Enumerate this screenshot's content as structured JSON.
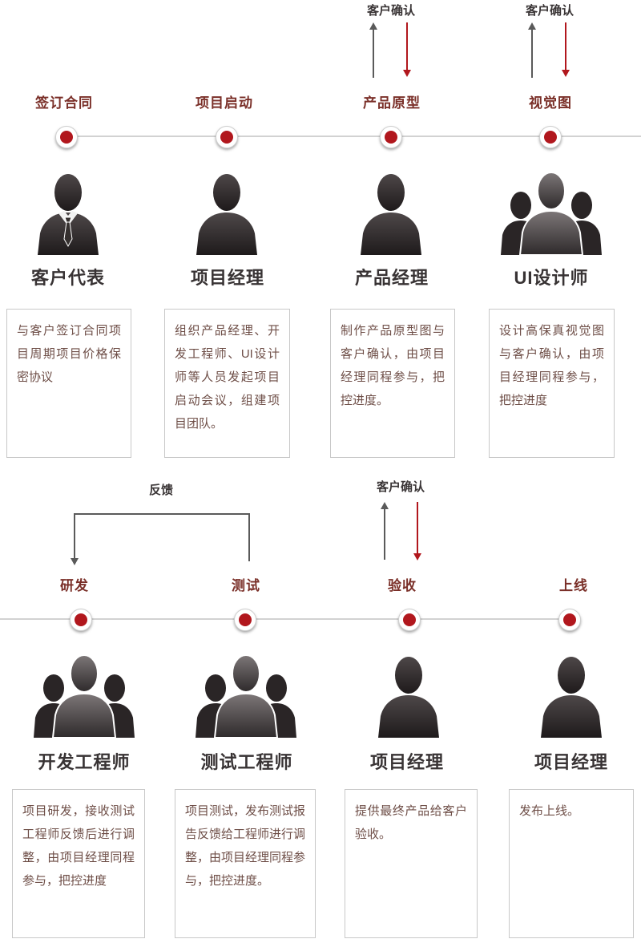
{
  "palette": {
    "accent_red": "#b1171d",
    "timeline_gray": "#d2d2d2",
    "arrow_gray": "#5a5a5a",
    "stage_label_color": "#7a2f28",
    "role_label_color": "#383334",
    "desc_text_color": "#6e4e47"
  },
  "feedback_label": "反馈",
  "top_stages": [
    {
      "label": "签订合同",
      "role": "客户代表",
      "icon": "person-tie",
      "desc": "与客户签订合同项目周期项目价格保密协议"
    },
    {
      "label": "项目启动",
      "role": "项目经理",
      "icon": "person",
      "desc": "组织产品经理、开发工程师、UI设计师等人员发起项目启动会议，组建项目团队。"
    },
    {
      "label": "产品原型",
      "role": "产品经理",
      "icon": "person",
      "confirm": "客户确认",
      "desc": "制作产品原型图与客户确认，由项目经理同程参与，把控进度。"
    },
    {
      "label": "视觉图",
      "role": "UI设计师",
      "icon": "people-group",
      "confirm": "客户确认",
      "desc": "设计高保真视觉图与客户确认，由项目经理同程参与，把控进度"
    }
  ],
  "bottom_stages": [
    {
      "label": "研发",
      "role": "开发工程师",
      "icon": "people-group",
      "desc": "项目研发，接收测试工程师反馈后进行调整，由项目经理同程参与，把控进度"
    },
    {
      "label": "测试",
      "role": "测试工程师",
      "icon": "people-group",
      "desc": "项目测试，发布测试报告反馈给工程师进行调整，由项目经理同程参与，把控进度。"
    },
    {
      "label": "验收",
      "role": "项目经理",
      "icon": "person",
      "confirm": "客户确认",
      "desc": "提供最终产品给客户验收。"
    },
    {
      "label": "上线",
      "role": "项目经理",
      "icon": "person",
      "desc": "发布上线。"
    }
  ]
}
